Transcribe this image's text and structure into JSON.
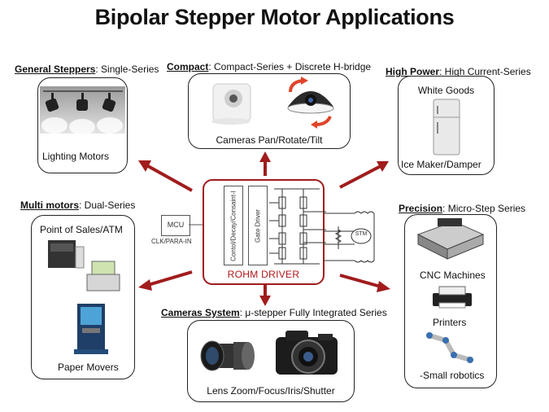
{
  "title": "Bipolar Stepper Motor Applications",
  "colors": {
    "arrow": "#a11c1c",
    "driver_border": "#a11c1c",
    "text": "#111111"
  },
  "sections": {
    "general": {
      "key": "General Steppers",
      "rest": ": Single-Series",
      "item": "Lighting Motors"
    },
    "compact": {
      "key": "Compact",
      "rest": ": Compact-Series + Discrete H-bridge",
      "item": "Cameras Pan/Rotate/Tilt"
    },
    "high_power": {
      "key": "High Power",
      "rest": ": High Current-Series",
      "items": [
        "White Goods",
        "Ice Maker/Damper"
      ]
    },
    "multi": {
      "key": "Multi motors",
      "rest": ": Dual-Series",
      "items": [
        "Point of Sales/ATM",
        "Paper Movers"
      ]
    },
    "precision": {
      "key": "Precision",
      "rest": ": Micro-Step Series",
      "items": [
        "CNC Machines",
        "Printers",
        "-Small robotics"
      ]
    },
    "cameras": {
      "key": "Cameras System",
      "rest": ": μ-stepper Fully Integrated Series",
      "item": "Lens Zoom/Focus/Iris/Shutter"
    }
  },
  "driver": {
    "label": "ROHM  DRIVER",
    "control": "Contol/Decay/Consaint-I",
    "gate": "Gate Driver",
    "mcu": "MCU",
    "clk": "CLK/PARA-IN",
    "stm": "STM"
  }
}
